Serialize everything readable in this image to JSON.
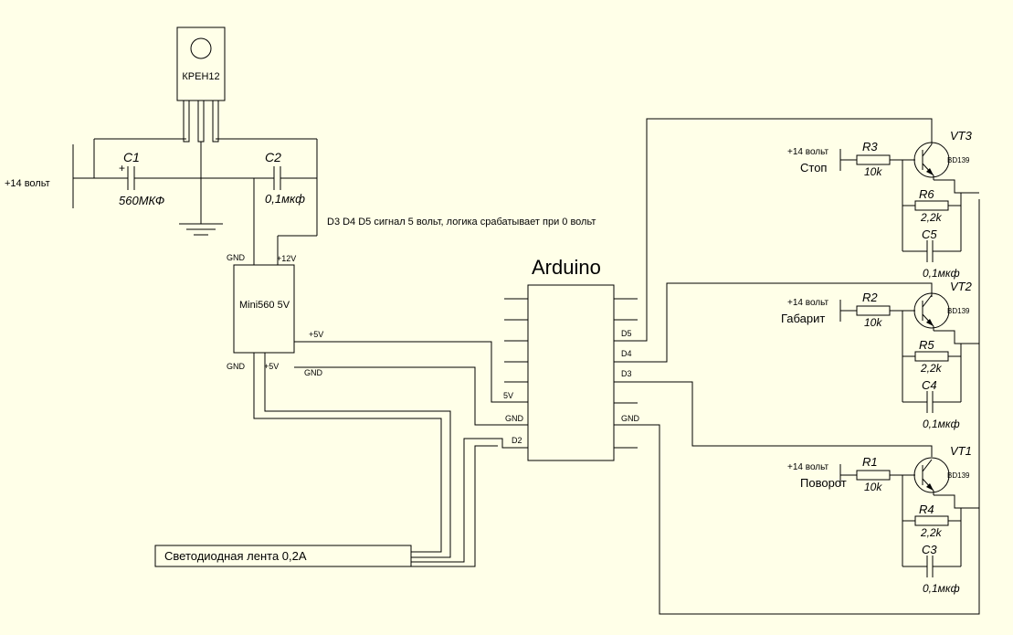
{
  "regulator": {
    "label": "КРЕН12"
  },
  "c1": {
    "ref": "C1",
    "value": "560МКФ",
    "plus": "+"
  },
  "c2": {
    "ref": "C2",
    "value": "0,1мкф"
  },
  "supply_label": "+14 вольт",
  "note": "D3 D4 D5 сигнал 5 вольт, логика срабатывает при 0 вольт",
  "module": {
    "name": "Mini560 5V",
    "pins": {
      "gnd_in": "GND",
      "v12": "+12V",
      "v5_out": "+5V",
      "gnd_out": "GND",
      "gnd_bottom": "GND",
      "v5_bottom": "+5V"
    }
  },
  "arduino": {
    "title": "Arduino",
    "pins": {
      "v5": "5V",
      "gnd_left": "GND",
      "d2": "D2",
      "d5": "D5",
      "d4": "D4",
      "d3": "D3",
      "gnd_right": "GND"
    }
  },
  "led_strip": {
    "label": "Светодиодная лента 0,2А"
  },
  "channels": [
    {
      "name": "Стоп",
      "supply": "+14 вольт",
      "r_ref": "R3",
      "r_val": "10k",
      "vt": "VT3",
      "vt_model": "BD139",
      "rp_ref": "R6",
      "rp_val": "2,2k",
      "c_ref": "C5",
      "c_val": "0,1мкф"
    },
    {
      "name": "Габарит",
      "supply": "+14 вольт",
      "r_ref": "R2",
      "r_val": "10k",
      "vt": "VT2",
      "vt_model": "BD139",
      "rp_ref": "R5",
      "rp_val": "2,2k",
      "c_ref": "C4",
      "c_val": "0,1мкф"
    },
    {
      "name": "Поворот",
      "supply": "+14 вольт",
      "r_ref": "R1",
      "r_val": "10k",
      "vt": "VT1",
      "vt_model": "BD139",
      "rp_ref": "R4",
      "rp_val": "2,2k",
      "c_ref": "C3",
      "c_val": "0,1мкф"
    }
  ]
}
